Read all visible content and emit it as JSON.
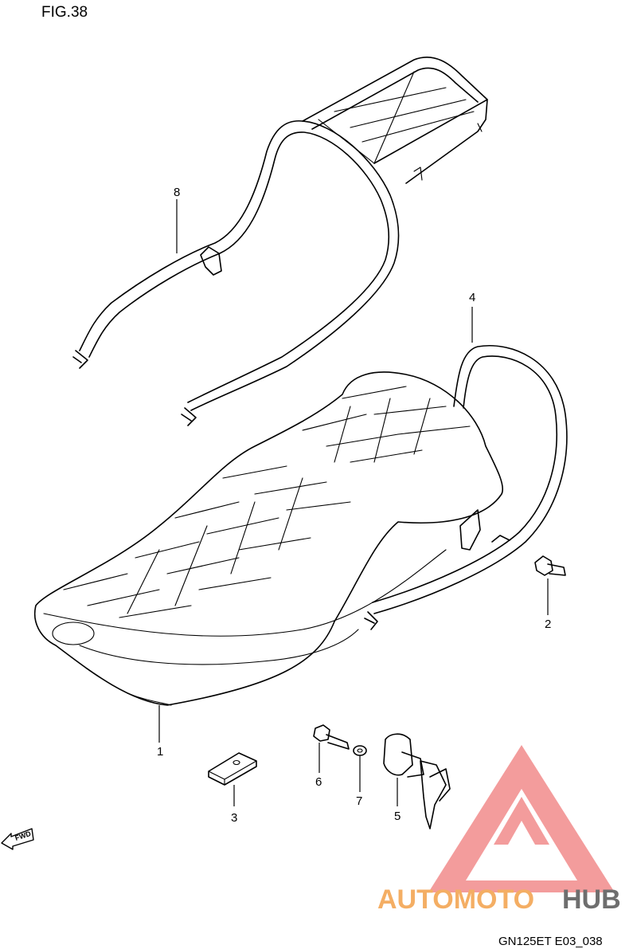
{
  "figure": {
    "title": "FIG.38",
    "code": "GN125ET E03_038"
  },
  "callouts": [
    {
      "number": "1"
    },
    {
      "number": "2"
    },
    {
      "number": "3"
    },
    {
      "number": "4"
    },
    {
      "number": "5"
    },
    {
      "number": "6"
    },
    {
      "number": "7"
    },
    {
      "number": "8"
    }
  ],
  "fwd_marker": {
    "label": "FWD",
    "icon": "arrow-left-icon"
  },
  "watermark": {
    "part1": "AUTOMOTO",
    "part2": "HUB",
    "color_primary": "#f3a14a",
    "color_secondary": "#555555",
    "logo_color": "#f28b8b"
  }
}
